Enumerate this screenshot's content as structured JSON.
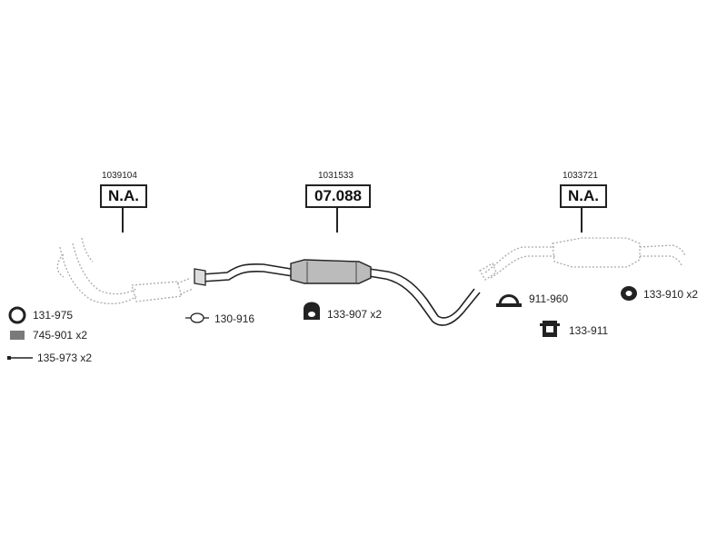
{
  "sections": [
    {
      "ref": "1039104",
      "code": "N.A."
    },
    {
      "ref": "1031533",
      "code": "07.088"
    },
    {
      "ref": "1033721",
      "code": "N.A."
    }
  ],
  "parts": {
    "p131975": "131-975",
    "p745901": "745-901 x2",
    "p135973": "135-973 x2",
    "p130916": "130-916",
    "p133907": "133-907 x2",
    "p911960": "911-960",
    "p133911": "133-911",
    "p133910": "133-910 x2"
  },
  "colors": {
    "line": "#222222",
    "dim": "#aaaaaa",
    "fill": "#bbbbbb"
  }
}
